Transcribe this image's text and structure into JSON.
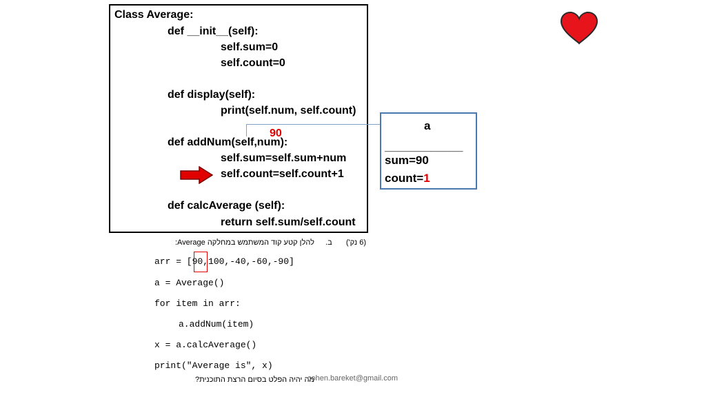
{
  "code_class": {
    "lines": [
      "Class Average:",
      "def __init__(self):",
      "self.sum=0",
      "self.count=0",
      "def display(self):",
      "print(self.num, self.count)",
      "def addNum(self,num):",
      "self.sum=self.sum+num",
      "self.count=self.count+1",
      "def calcAverage (self):",
      "return self.sum/self.count"
    ]
  },
  "annotation_num": "90",
  "object_box": {
    "title": "a",
    "divider": "____________",
    "sum_line": "sum=90",
    "count_label": "count=",
    "count_value": "1"
  },
  "question": {
    "header_points": "(6 נק')",
    "header_letter": "ב.",
    "header_text": "להלן קטע קוד המשתמש במחלקה Average:",
    "code": [
      "arr = [90,100,-40,-60,-90]",
      "a = Average()",
      "for item in arr:",
      "a.addNum(item)",
      "x = a.calcAverage()",
      "print(\"Average is\", x)"
    ],
    "footer": "מה יהיה הפלט בסיום הרצת התוכנית?"
  },
  "email": "cohen.bareket@gmail.com",
  "colors": {
    "accent_red": "#e00000",
    "box_blue": "#4a78b0",
    "heart": "#e8141c"
  },
  "icons": {
    "heart": "heart-icon",
    "arrow": "right-arrow-icon"
  }
}
